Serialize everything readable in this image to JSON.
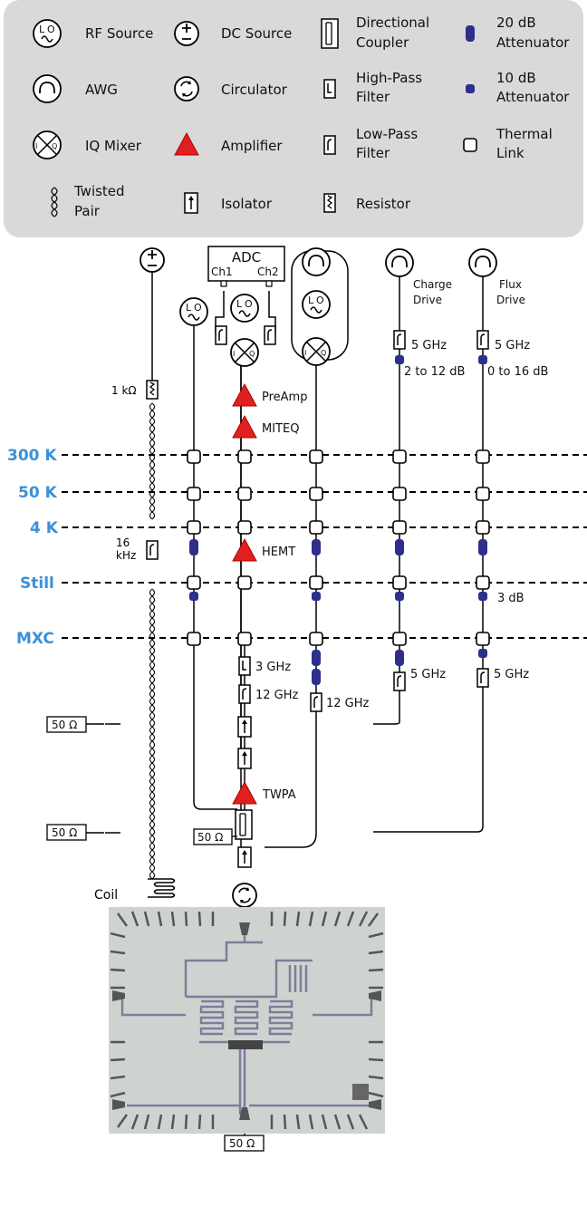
{
  "legend": {
    "rf_source": "RF Source",
    "dc_source": "DC Source",
    "directional_coupler": [
      "Directional",
      "Coupler"
    ],
    "attenuator_20db": [
      "20 dB",
      "Attenuator"
    ],
    "awg": "AWG",
    "circulator": "Circulator",
    "high_pass_filter": [
      "High-Pass",
      "Filter"
    ],
    "attenuator_10db": [
      "10 dB",
      "Attenuator"
    ],
    "iq_mixer": "IQ Mixer",
    "amplifier": "Amplifier",
    "low_pass_filter": [
      "Low-Pass",
      "Filter"
    ],
    "thermal_link": [
      "Thermal",
      "Link"
    ],
    "twisted_pair": [
      "Twisted",
      "Pair"
    ],
    "isolator": "Isolator",
    "resistor": "Resistor"
  },
  "stages": [
    "300 K",
    "50 K",
    "4 K",
    "Still",
    "MXC"
  ],
  "colors": {
    "stage": "#3b8fd9",
    "amplifier": "#e02020",
    "attenuator": "#2c2f8c",
    "legend_bg": "#d9d9d9"
  },
  "labels": {
    "adc": "ADC",
    "ch1": "Ch1",
    "ch2": "Ch2",
    "lo": "LO",
    "iq_i": "I",
    "iq_q": "Q",
    "resistor_1k": "1 kΩ",
    "filter_16khz": [
      "16",
      "kHz"
    ],
    "preamp": "PreAmp",
    "miteq": "MITEQ",
    "hemt": "HEMT",
    "twpa": "TWPA",
    "hp_3ghz": "3 GHz",
    "lp_12ghz_readout": "12 GHz",
    "lp_12ghz_drive": "12 GHz",
    "charge_drive": [
      "Charge",
      "Drive"
    ],
    "flux_drive": [
      "Flux",
      "Drive"
    ],
    "charge_filter": "5 GHz",
    "charge_atten": "2 to 12 dB",
    "flux_filter": "5 GHz",
    "flux_atten": "0 to 16 dB",
    "flux_still_atten": "3 dB",
    "charge_mxc_filter": "5 GHz",
    "flux_mxc_filter": "5 GHz",
    "coil": "Coil",
    "term_coupler": "50 Ω",
    "term_left_1": "50 Ω",
    "term_left_2": "50 Ω",
    "term_bottom": "50 Ω"
  }
}
